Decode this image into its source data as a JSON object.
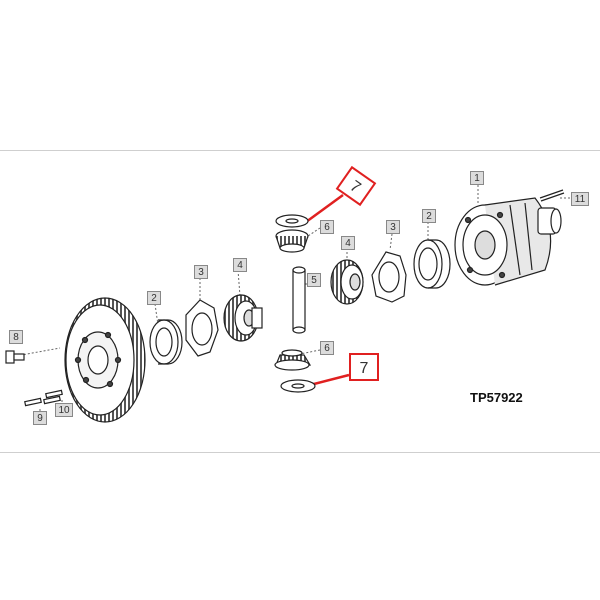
{
  "figure_ref": "TP57922",
  "accent_color": "#e02020",
  "callouts": {
    "c1": "1",
    "c2a": "2",
    "c2b": "2",
    "c3a": "3",
    "c3b": "3",
    "c4a": "4",
    "c4b": "4",
    "c5": "5",
    "c6a": "6",
    "c6b": "6",
    "c7a": "7",
    "c7b": "7",
    "c8": "8",
    "c9": "9",
    "c10": "10",
    "c11": "11"
  }
}
